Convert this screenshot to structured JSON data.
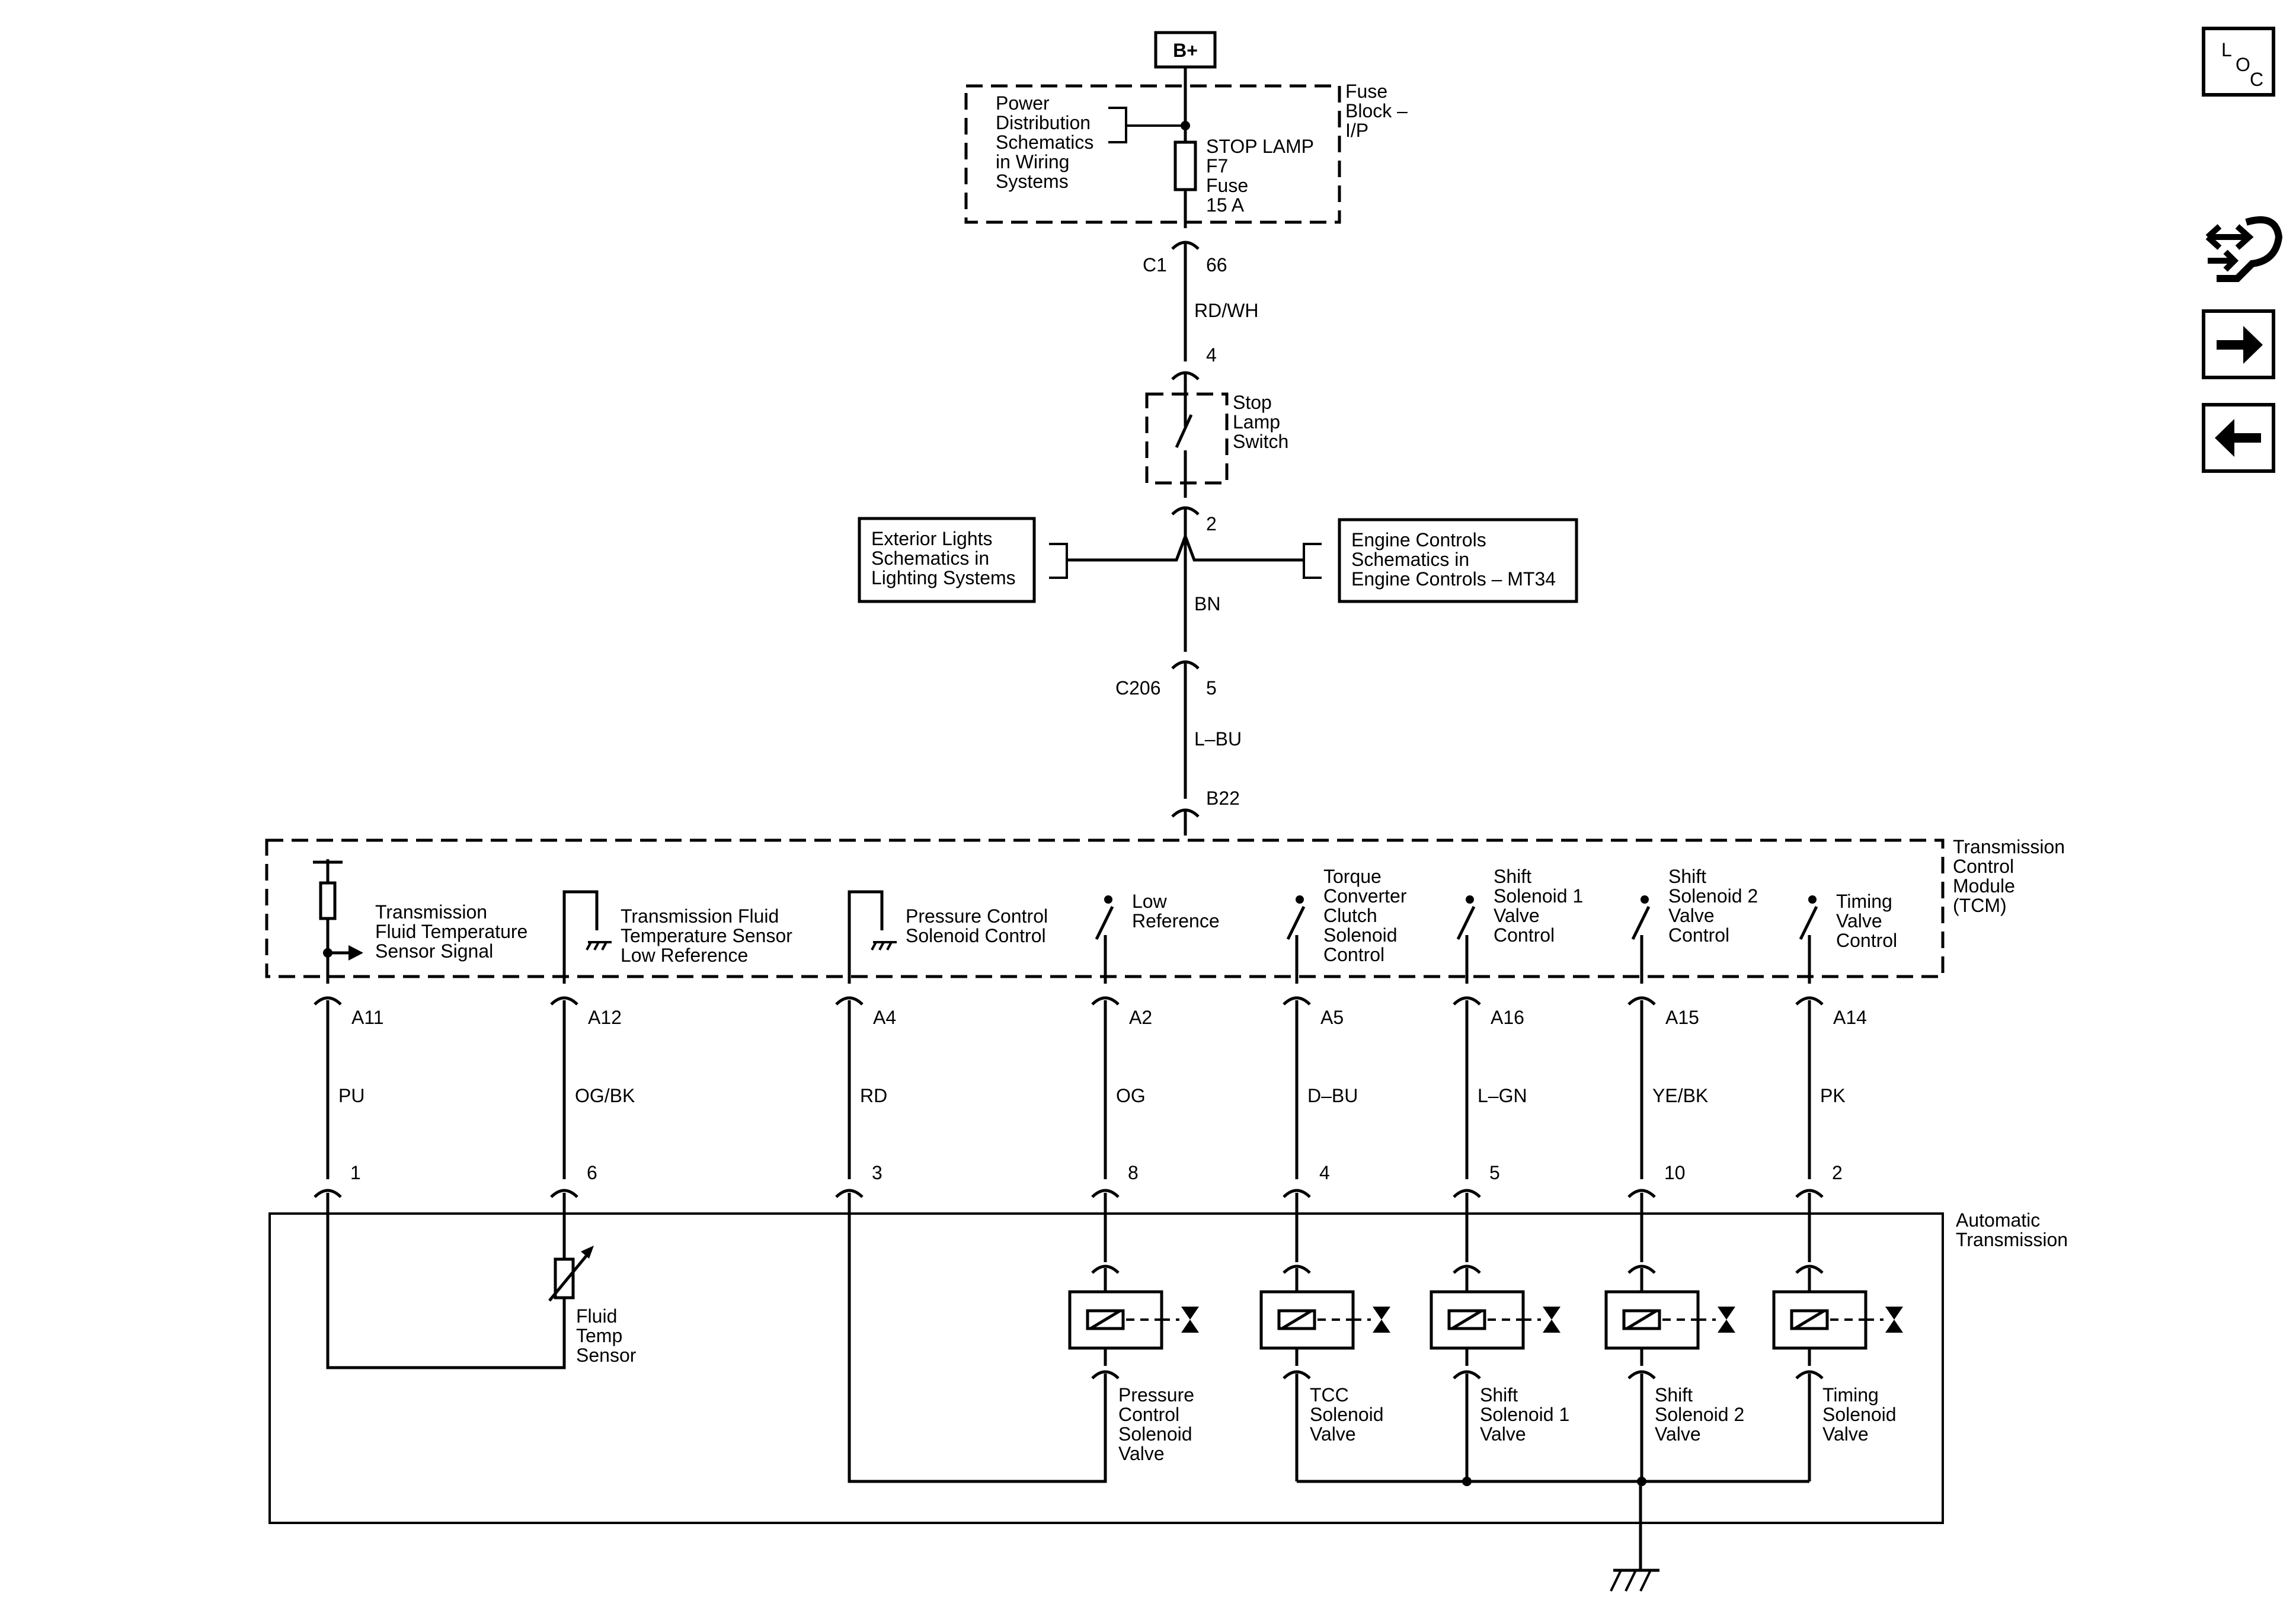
{
  "power": {
    "label": "B+"
  },
  "fuse_block": {
    "ref_lines": [
      "Power",
      "Distribution",
      "Schematics",
      "in Wiring",
      "Systems"
    ],
    "title_lines": [
      "Fuse",
      "Block –",
      "I/P"
    ],
    "fuse_lines": [
      "STOP LAMP",
      "F7",
      "Fuse",
      "15 A"
    ]
  },
  "connector_c1": {
    "name": "C1",
    "pin": "66"
  },
  "wire_top": {
    "color": "RD/WH"
  },
  "stop_lamp_switch": {
    "pin_in": "4",
    "pin_out": "2",
    "label_lines": [
      "Stop",
      "Lamp",
      "Switch"
    ]
  },
  "refs": {
    "exterior": [
      "Exterior Lights",
      "Schematics in",
      "Lighting Systems"
    ],
    "engine": [
      "Engine Controls",
      "Schematics in",
      "Engine Controls – MT34"
    ]
  },
  "wire_bn": {
    "color": "BN"
  },
  "connector_c206": {
    "name": "C206",
    "pin": "5"
  },
  "wire_lbu": {
    "color": "L–BU"
  },
  "tcm_pin": "B22",
  "tcm": {
    "label_lines": [
      "Transmission",
      "Control",
      "Module",
      "(TCM)"
    ],
    "circuits": [
      {
        "lines": [
          "Transmission",
          "Fluid Temperature",
          "Sensor Signal"
        ],
        "pin": "A11",
        "wire": "PU",
        "tx_pin": "1"
      },
      {
        "lines": [
          "Transmission Fluid",
          "Temperature Sensor",
          "Low Reference"
        ],
        "pin": "A12",
        "wire": "OG/BK",
        "tx_pin": "6"
      },
      {
        "lines": [
          "Pressure Control",
          "Solenoid Control"
        ],
        "pin": "A4",
        "wire": "RD",
        "tx_pin": "3"
      },
      {
        "lines": [
          "Low",
          "Reference"
        ],
        "pin": "A2",
        "wire": "OG",
        "tx_pin": "8"
      },
      {
        "lines": [
          "Torque",
          "Converter",
          "Clutch",
          "Solenoid",
          "Control"
        ],
        "pin": "A5",
        "wire": "D–BU",
        "tx_pin": "4"
      },
      {
        "lines": [
          "Shift",
          "Solenoid 1",
          "Valve",
          "Control"
        ],
        "pin": "A16",
        "wire": "L–GN",
        "tx_pin": "5"
      },
      {
        "lines": [
          "Shift",
          "Solenoid 2",
          "Valve",
          "Control"
        ],
        "pin": "A15",
        "wire": "YE/BK",
        "tx_pin": "10"
      },
      {
        "lines": [
          "Timing",
          "Valve",
          "Control"
        ],
        "pin": "A14",
        "wire": "PK",
        "tx_pin": "2"
      }
    ]
  },
  "transmission": {
    "label_lines": [
      "Automatic",
      "Transmission"
    ],
    "sensor_lines": [
      "Fluid",
      "Temp",
      "Sensor"
    ],
    "solenoids": [
      {
        "lines": [
          "Pressure",
          "Control",
          "Solenoid",
          "Valve"
        ]
      },
      {
        "lines": [
          "TCC",
          "Solenoid",
          "Valve"
        ]
      },
      {
        "lines": [
          "Shift",
          "Solenoid 1",
          "Valve"
        ]
      },
      {
        "lines": [
          "Shift",
          "Solenoid 2",
          "Valve"
        ]
      },
      {
        "lines": [
          "Timing",
          "Solenoid",
          "Valve"
        ]
      }
    ]
  },
  "sidebar": {
    "loc_icon": "loc-icon",
    "tools_icon": "wrench-arrows-icon",
    "next_icon": "arrow-right-icon",
    "prev_icon": "arrow-left-icon"
  }
}
